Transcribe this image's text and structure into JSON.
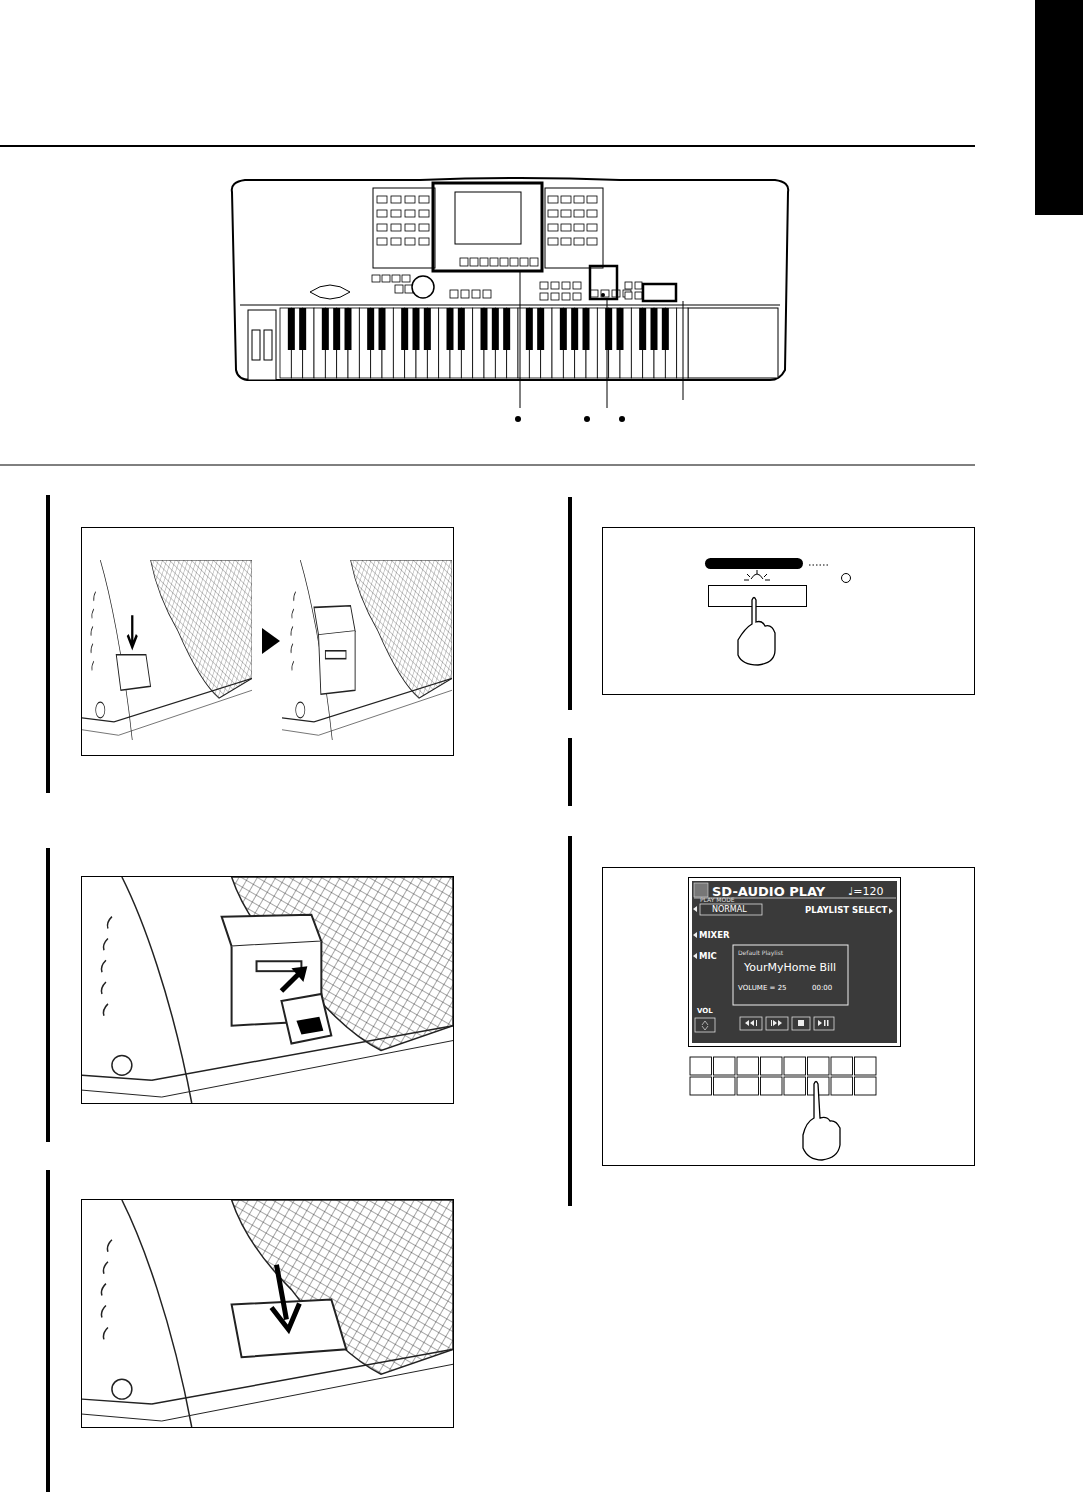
{
  "diagram": {
    "labels": [
      "SD-AUDIO PLAY",
      "♩=120",
      "PLAY MODE",
      "NORMAL",
      "PLAYLIST SELECT",
      "MIXER",
      "MIC",
      "Default Playlist",
      "YourMyHome Bill",
      "VOLUME = 25",
      "00:00",
      "VOL"
    ]
  }
}
